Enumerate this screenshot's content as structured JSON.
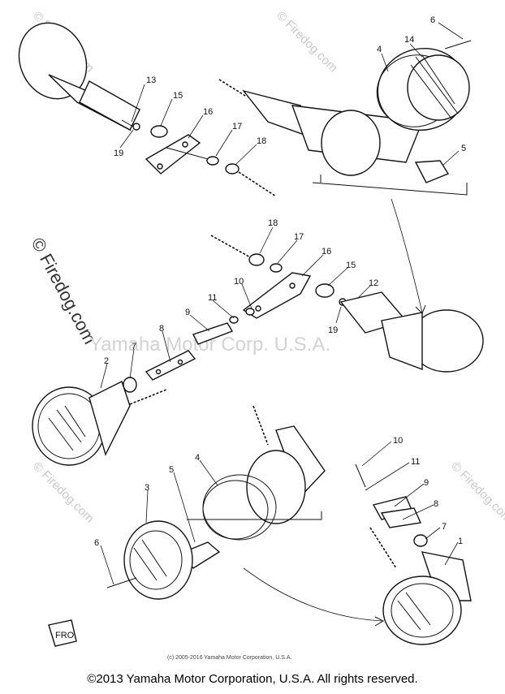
{
  "watermarks": {
    "corner": "© Firedog.com",
    "side": "© Firedog.com",
    "center": "Yamaha Motor Corp. U.S.A."
  },
  "small_copyright": "(c) 2005-2016 Yamaha Motor Corporation, U.S.A.",
  "footer": "©2013 Yamaha Motor Corporation, U.S.A. All rights reserved.",
  "callouts": {
    "c13": "13",
    "c15a": "15",
    "c16a": "16",
    "c17a": "17",
    "c18a": "18",
    "c19a": "19",
    "c6a": "6",
    "c14": "14",
    "c4a": "4",
    "c5a": "5",
    "c18b": "18",
    "c17b": "17",
    "c16b": "16",
    "c15b": "15",
    "c12": "12",
    "c19b": "19",
    "c10a": "10",
    "c11a": "11",
    "c9a": "9",
    "c8a": "8",
    "c7a": "7",
    "c2": "2",
    "c3": "3",
    "c5b": "5",
    "c4b": "4",
    "c6b": "6",
    "c10b": "10",
    "c11b": "11",
    "c9b": "9",
    "c8b": "8",
    "c7b": "7",
    "c1": "1"
  },
  "front_badge": "FRO"
}
